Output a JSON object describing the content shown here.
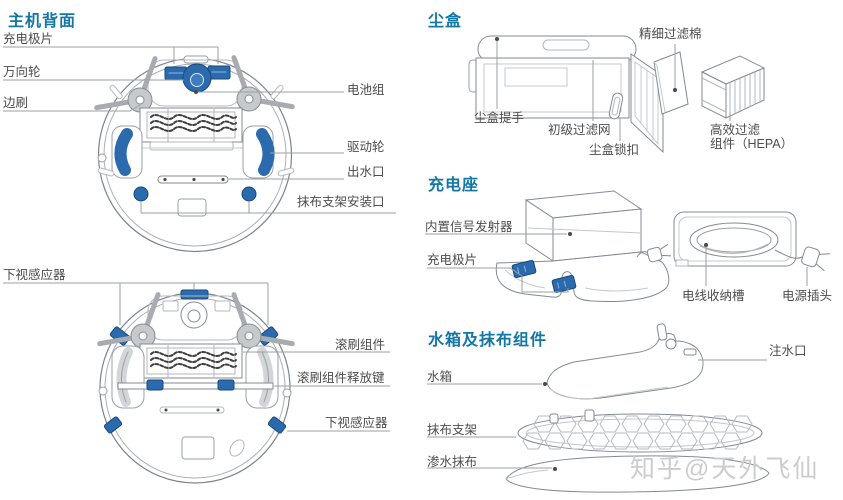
{
  "colors": {
    "title_blue": "#1377a6",
    "component_blue": "#2b6bad",
    "label_gray": "#4d4d4d",
    "leader_line": "#9aa0a4",
    "watermark_gray": "#cccccc"
  },
  "sections": [
    {
      "id": "main-back",
      "title": "主机背面"
    },
    {
      "id": "dust-box",
      "title": "尘盒"
    },
    {
      "id": "charging-dock",
      "title": "充电座"
    },
    {
      "id": "water-tank-mop",
      "title": "水箱及抹布组件"
    }
  ],
  "labels": {
    "charging_plates": "充电极片",
    "caster_wheel": "万向轮",
    "side_brush": "边刷",
    "battery_pack": "电池组",
    "drive_wheel": "驱动轮",
    "water_outlet": "出水口",
    "mop_bracket_mount": "抹布支架安装口",
    "down_sensor_left": "下视感应器",
    "roller_brush": "滚刷组件",
    "roller_brush_release": "滚刷组件释放键",
    "down_sensor_right": "下视感应器",
    "dustbox_handle": "尘盒提手",
    "primary_filter": "初级过滤网",
    "dustbox_latch": "尘盒锁扣",
    "fine_filter": "精细过滤棉",
    "hepa_line1": "高效过滤",
    "hepa_line2": "组件（HEPA）",
    "signal_transmitter": "内置信号发射器",
    "dock_charging_plates": "充电极片",
    "cord_storage": "电线收纳槽",
    "power_plug": "电源插头",
    "water_tank": "水箱",
    "water_inlet": "注水口",
    "mop_bracket": "抹布支架",
    "mop_cloth": "渗水抹布"
  },
  "watermark": "知乎@天外飞仙"
}
